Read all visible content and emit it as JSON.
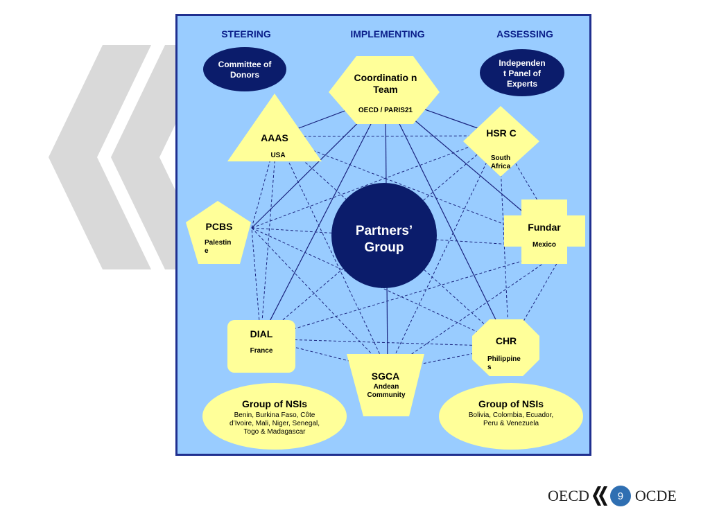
{
  "headers": {
    "steering": "STEERING",
    "implementing": "IMPLEMENTING",
    "assessing": "ASSESSING"
  },
  "nodes": {
    "committee": "Committee of Donors",
    "panel": "Independen t Panel of Experts",
    "coordination": {
      "name": "Coordinatio n Team",
      "sub": "OECD / PARIS21"
    },
    "aaas": {
      "name": "AAAS",
      "sub": "USA"
    },
    "hsrc": {
      "name": "HSR C",
      "sub": "South Africa"
    },
    "pcbs": {
      "name": "PCBS",
      "sub": "Palestin e"
    },
    "fundar": {
      "name": "Fundar",
      "sub": "Mexico"
    },
    "center": "Partners’ Group",
    "dial": {
      "name": "DIAL",
      "sub": "France"
    },
    "chr": {
      "name": "CHR",
      "sub": "Philippine s"
    },
    "sgca": {
      "name": "SGCA",
      "sub": "Andean Community"
    },
    "nsi_left": {
      "name": "Group of NSIs",
      "sub": "Benin, Burkina Faso, Côte d’Ivoire, Mali, Niger, Senegal, Togo & Madagascar"
    },
    "nsi_right": {
      "name": "Group of NSIs",
      "sub": "Bolivia, Colombia, Ecuador, Peru & Venezuela"
    }
  },
  "footer": {
    "left": "OECD",
    "page": "9",
    "right": "OCDE"
  },
  "colors": {
    "panel_bg": "#99ccff",
    "node_fill": "#ffff99",
    "dark_node": "#0b1c6b",
    "line": "#1a237e",
    "chevron": "#d9d9d9"
  }
}
